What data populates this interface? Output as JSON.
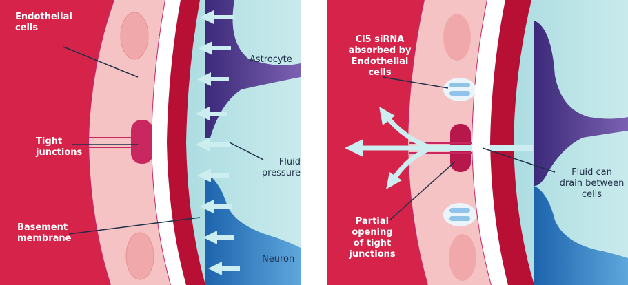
{
  "left_panel": {
    "labels": {
      "endothelial": "Endothelial cells",
      "tight": "Tight junctions",
      "basement": "Basement membrane",
      "astrocyte": "Astrocyte",
      "fluid": "Fluid pressure",
      "neuron": "Neuron"
    }
  },
  "right_panel": {
    "labels": {
      "cl5_line1": "Cl5 siRNA",
      "cl5_line2": "absorbed by",
      "cl5_line3": "Endothelial",
      "cl5_line4": "cells",
      "fluid_line1": "Fluid can",
      "fluid_line2": "drain between",
      "fluid_line3": "cells",
      "partial_line1": "Partial",
      "partial_line2": "opening",
      "partial_line3": "of tight",
      "partial_line4": "junctions"
    }
  },
  "colors": {
    "vessel_red": "#d6234a",
    "endothelial_pink": "#f5c3c3",
    "junction_magenta": "#c8285f",
    "basement_dark_red": "#b80f35",
    "tissue_teal": "#9fd6d9",
    "astrocyte_purple": "#5b3a8c",
    "neuron_blue": "#2f7cc3",
    "arrow_pale": "#cdeef0"
  }
}
